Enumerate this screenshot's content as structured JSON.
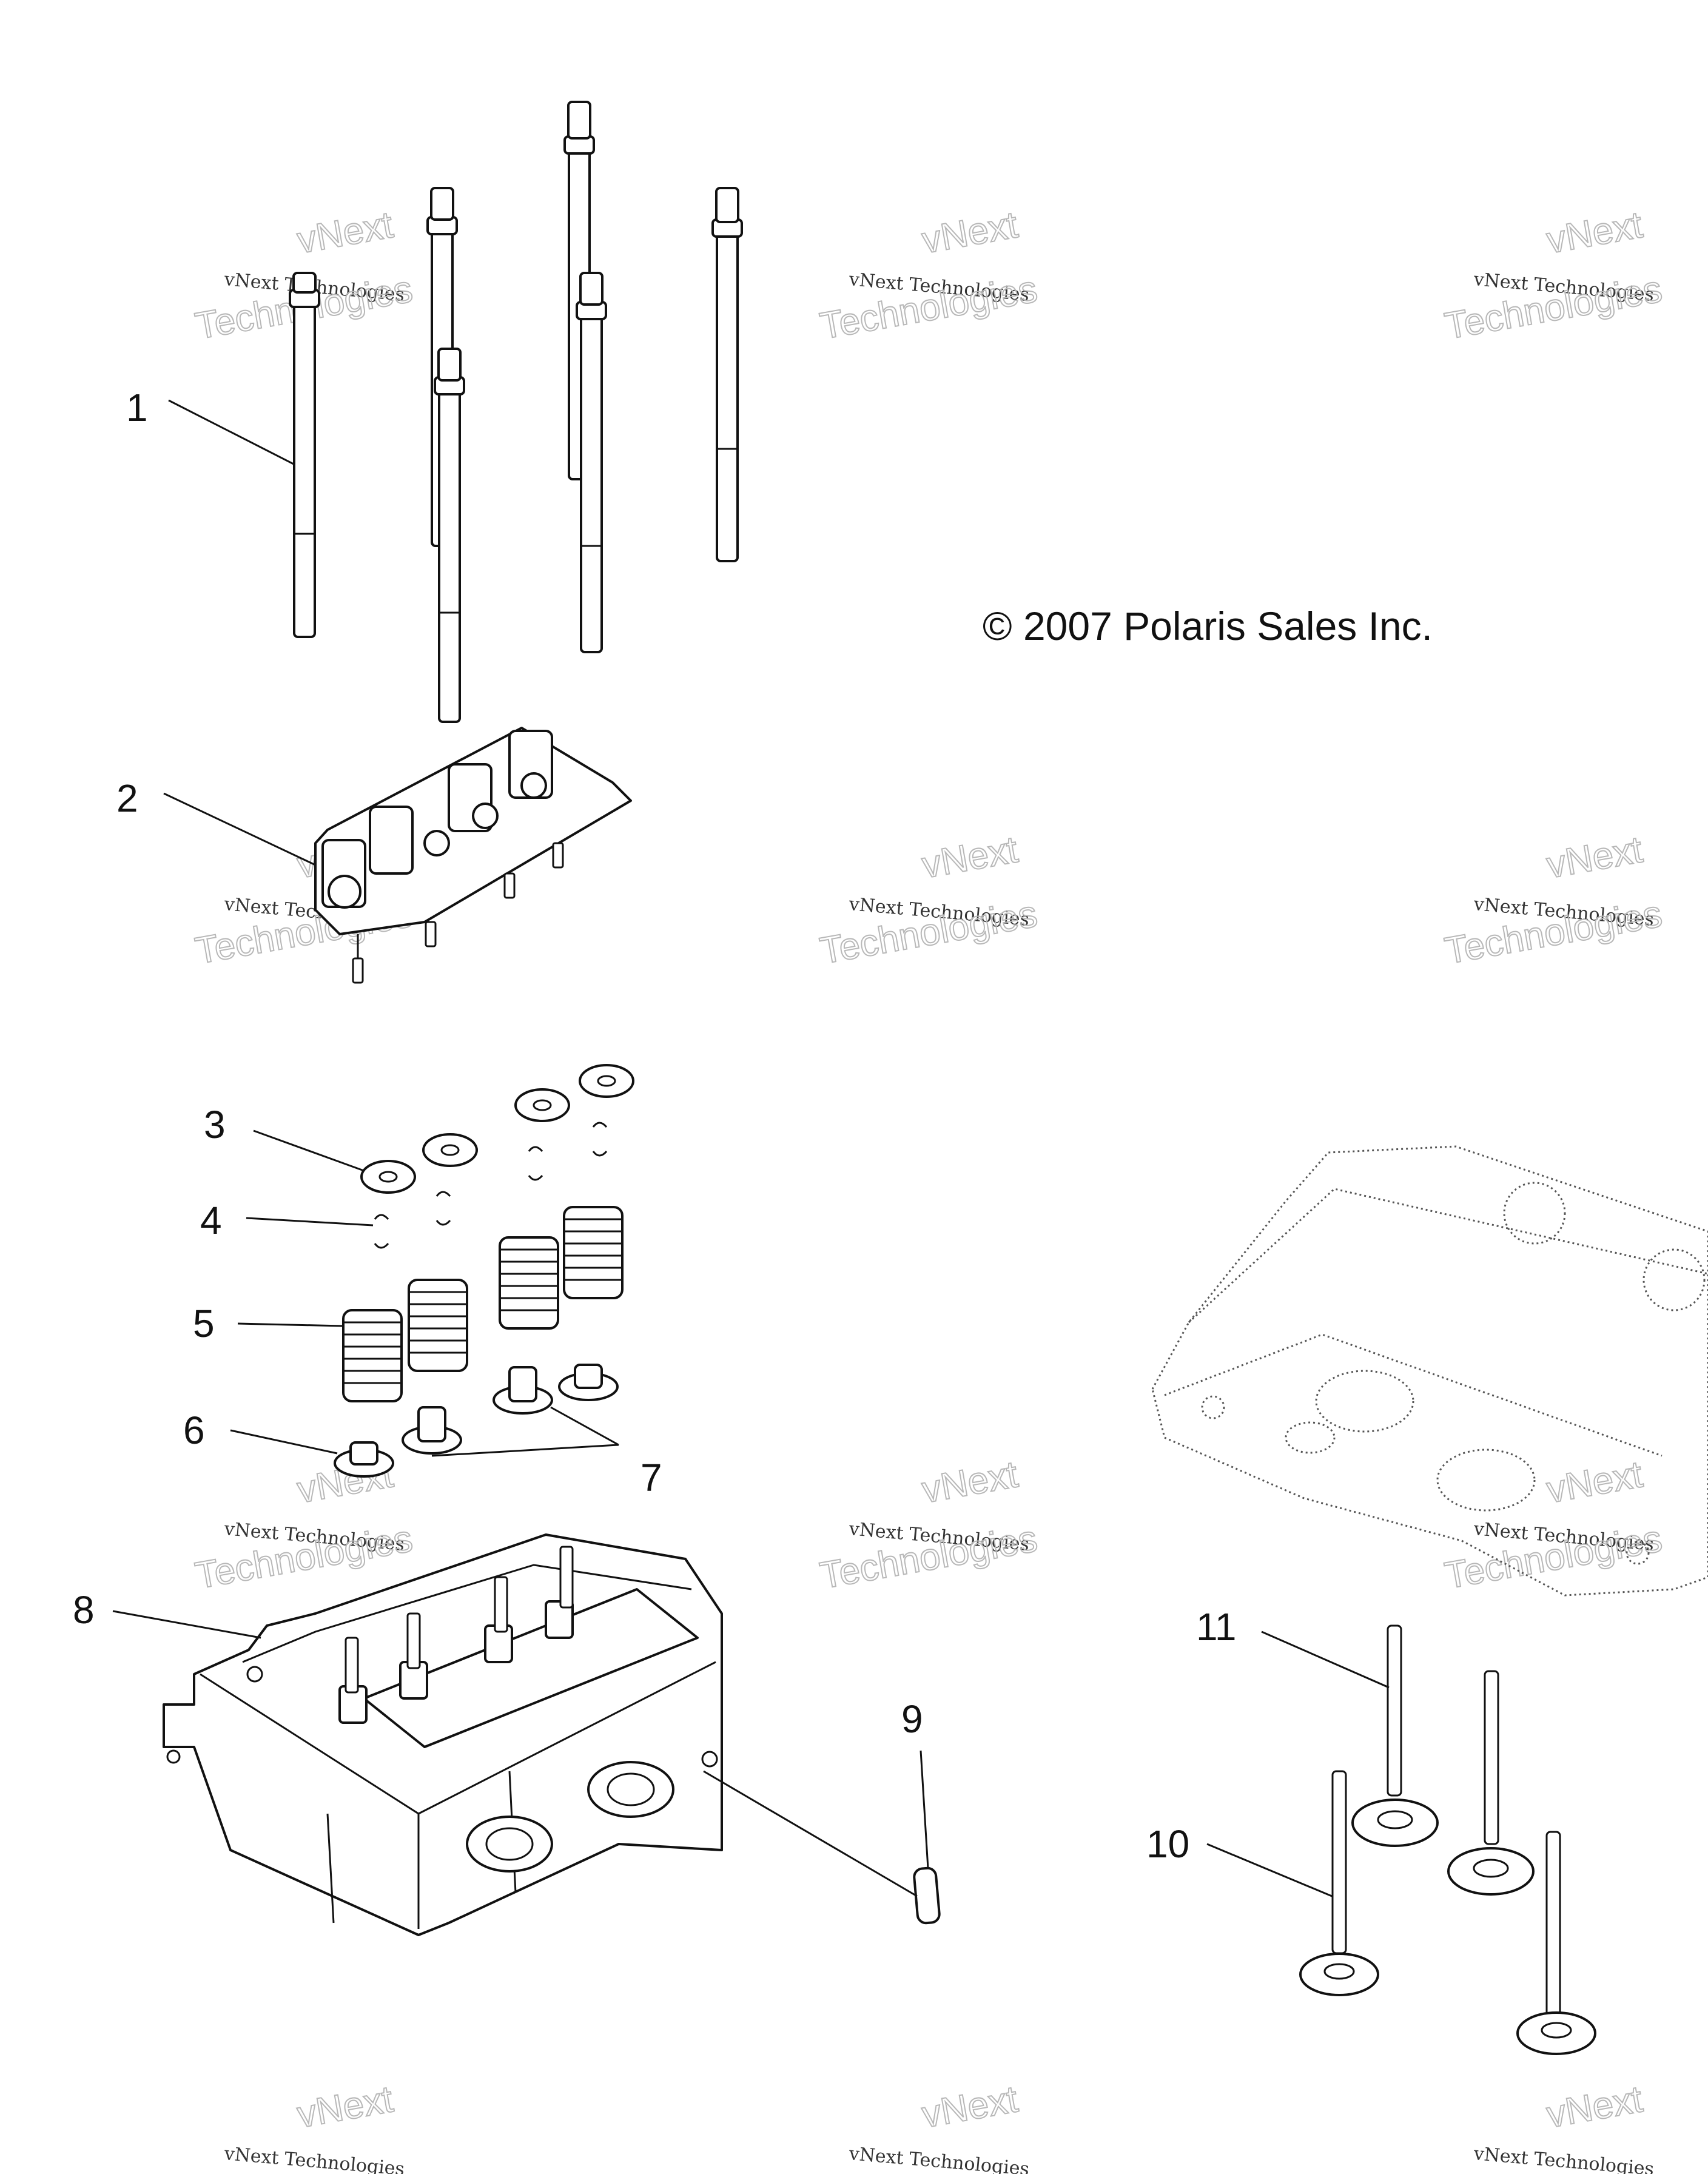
{
  "copyright": "© 2007 Polaris Sales Inc.",
  "watermark": {
    "small": "vNext Technologies",
    "big_line1": "vNext",
    "big_line2": "Technologies"
  },
  "callouts": [
    "1",
    "2",
    "3",
    "4",
    "5",
    "6",
    "7",
    "8",
    "9",
    "10",
    "11"
  ],
  "parts": [
    "head-bolts",
    "rocker-arm-assembly",
    "valve-spring-retainers",
    "valve-keepers",
    "valve-springs",
    "valve-seat-washer",
    "valve-stem-seals",
    "cylinder-head",
    "dowel-pin",
    "exhaust-valves",
    "intake-valves"
  ]
}
